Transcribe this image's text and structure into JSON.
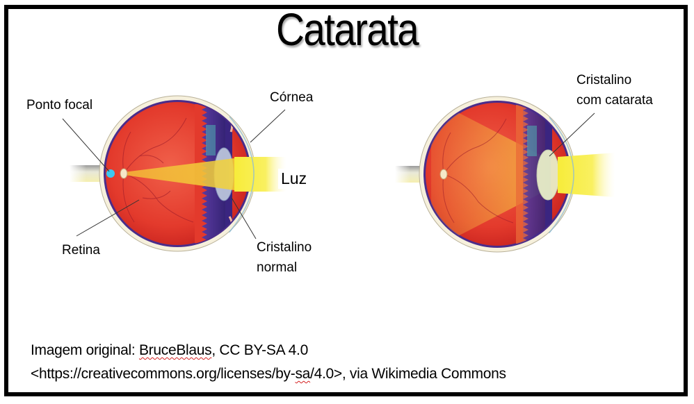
{
  "title": "Catarata",
  "left_eye": {
    "name": "Normal eye",
    "labels": {
      "focal_point": "Ponto focal",
      "cornea": "Córnea",
      "light": "Luz",
      "retina": "Retina",
      "lens_line1": "Cristalino",
      "lens_line2": "normal"
    }
  },
  "right_eye": {
    "name": "Eye with cataract",
    "labels": {
      "lens_line1": "Cristalino",
      "lens_line2": "com catarata"
    }
  },
  "credit": {
    "line1_prefix": "Imagem original: ",
    "author": "BruceBlaus",
    "line1_suffix": ", CC BY-SA 4.0",
    "line2_prefix": "<https://creativecommons.org/licenses/by-",
    "line2_sa": "sa",
    "line2_suffix": "/4.0>, via Wikimedia Commons"
  },
  "colors": {
    "border": "#000000",
    "eye_red": "#e8322a",
    "choroid_purple": "#4b2d8a",
    "light_yellow": "#f7ec3a",
    "focal_cyan": "#3cc8f0",
    "cornea_blue": "#cfe8f3"
  }
}
